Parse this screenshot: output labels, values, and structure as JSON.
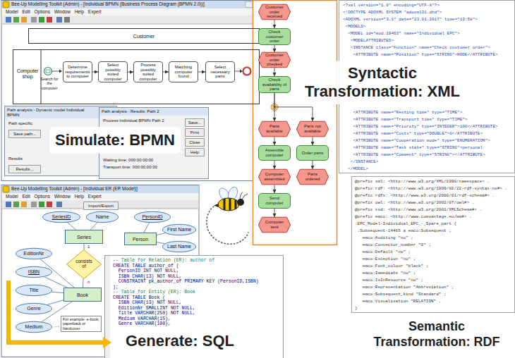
{
  "diagram": {
    "nodes": [
      {
        "text": [
          "Bee-Up Modelling Toolkit (Admin) - [Individual BPMN (Business Process Diagram (BPMN 2.0))]"
        ]
      },
      {
        "text": [
          "Customer"
        ],
        "in": 0
      },
      {
        "text": [
          "Computer shop"
        ],
        "in": 0
      },
      {
        "text": [
          "Determine requirements to computer"
        ],
        "in": 2
      },
      {
        "text": [
          "Select possibly suited computer"
        ],
        "in": 2
      },
      {
        "text": [
          "Process possibly suited computer"
        ],
        "in": 2
      },
      {
        "text": [
          "Matching computer found"
        ],
        "in": 2
      },
      {
        "text": [
          "Select necessary parts"
        ],
        "in": 2
      },
      {
        "text": [
          "Path analysis - Dynamic model Individual BPMN"
        ],
        "in": 0
      },
      {
        "text": [
          "Path analysis - Results: Path 2"
        ],
        "in": 0
      },
      {
        "text": [
          "Simulate: BPMN"
        ]
      },
      {
        "text": [
          "Bee-Up Modelling Toolkit (Admin) - [Individual ER (ER Model)]"
        ]
      },
      {
        "text": [
          "SeriesID"
        ],
        "in": 11
      },
      {
        "text": [
          "Name"
        ],
        "in": 11
      },
      {
        "text": [
          "Series"
        ],
        "in": 11
      },
      {
        "text": [
          "PersonID"
        ],
        "in": 11
      },
      {
        "text": [
          "Person"
        ],
        "in": 11
      },
      {
        "text": [
          "First Name"
        ],
        "in": 11
      },
      {
        "text": [
          "Last Name"
        ],
        "in": 11
      },
      {
        "text": [
          "consists of"
        ],
        "in": 11
      },
      {
        "text": [
          "EditionNr"
        ],
        "in": 11
      },
      {
        "text": [
          "ISBN"
        ],
        "in": 11
      },
      {
        "text": [
          "Book"
        ],
        "in": 11
      },
      {
        "text": [
          "Title"
        ],
        "in": 11
      },
      {
        "text": [
          "Genre"
        ],
        "in": 11
      },
      {
        "text": [
          "Medium"
        ],
        "in": 11
      },
      {
        "text": [
          "Generate: SQL"
        ]
      },
      {
        "text": [
          "Customer order received"
        ]
      },
      {
        "text": [
          "Check customer order"
        ]
      },
      {
        "text": [
          "Customer order checked"
        ]
      },
      {
        "text": [
          "Check availability of parts"
        ]
      },
      {
        "text": [
          "Parts available"
        ]
      },
      {
        "text": [
          "Parts not available"
        ]
      },
      {
        "text": [
          "Assemble computer"
        ]
      },
      {
        "text": [
          "Order parts"
        ]
      },
      {
        "text": [
          "Computer assembled"
        ]
      },
      {
        "text": [
          "Parts ordered"
        ]
      },
      {
        "text": [
          "Send computer"
        ]
      },
      {
        "text": [
          "Computer sent"
        ]
      },
      {
        "text": [
          "Syntactic Transformation: XML"
        ]
      },
      {
        "text": [
          "Semantic Transformation: RDF"
        ]
      }
    ],
    "edges": [
      {
        "from": 3,
        "to": 4,
        "arrow": "to"
      },
      {
        "from": 4,
        "to": 5,
        "arrow": "to"
      },
      {
        "from": 5,
        "to": 6,
        "arrow": "to"
      },
      {
        "from": 6,
        "to": 7,
        "arrow": "to"
      },
      {
        "from": 14,
        "to": 12,
        "arrow": "none"
      },
      {
        "from": 14,
        "to": 13,
        "arrow": "none"
      },
      {
        "from": 14,
        "to": 19,
        "arrow": "none"
      },
      {
        "from": 19,
        "to": 22,
        "arrow": "none"
      },
      {
        "from": 22,
        "to": 20,
        "arrow": "none"
      },
      {
        "from": 22,
        "to": 21,
        "arrow": "none"
      },
      {
        "from": 22,
        "to": 23,
        "arrow": "none"
      },
      {
        "from": 22,
        "to": 24,
        "arrow": "none"
      },
      {
        "from": 22,
        "to": 25,
        "arrow": "none"
      },
      {
        "from": 16,
        "to": 15,
        "arrow": "none"
      },
      {
        "from": 16,
        "to": 17,
        "arrow": "none"
      },
      {
        "from": 16,
        "to": 18,
        "arrow": "none"
      },
      {
        "from": 27,
        "to": 28,
        "arrow": "to"
      },
      {
        "from": 28,
        "to": 29,
        "arrow": "to"
      },
      {
        "from": 29,
        "to": 30,
        "arrow": "to"
      },
      {
        "from": 30,
        "to": 31,
        "arrow": "to"
      },
      {
        "from": 30,
        "to": 32,
        "arrow": "to"
      },
      {
        "from": 31,
        "to": 33,
        "arrow": "to"
      },
      {
        "from": 32,
        "to": 34,
        "arrow": "to"
      },
      {
        "from": 33,
        "to": 35,
        "arrow": "to"
      },
      {
        "from": 34,
        "to": 36,
        "arrow": "to"
      },
      {
        "from": 35,
        "to": 37,
        "arrow": "to"
      },
      {
        "from": 37,
        "to": 38,
        "arrow": "to"
      }
    ],
    "labels": [
      "Model Edit Options Window Help Expert",
      "Search for the computer",
      "Path specific",
      "Save path...",
      "Results",
      "Results...",
      "Process Individual BPMN Path 2",
      "Save...",
      "Print",
      "Close",
      "Help",
      "Waiting time: 000:00:00:00",
      "Transport time: 000:00:00:00",
      "Model Edit Options Window Help Expert",
      "Import/Export",
      "For example: e-book, paperback or hardcover",
      "1",
      "n",
      "-- Table for Relation (ER): author of",
      "CREATE TABLE author_of (",
      "  PersonID INT NOT NULL,",
      "  ISBN CHAR(13) NOT NULL,",
      "  CONSTRAINT pk_author_of PRIMARY KEY (PersonID,ISBN)",
      ");",
      "-- Table for Entity (ER): Book",
      "CREATE TABLE Book (",
      "  ISBN CHAR(13) NOT NULL,",
      "  EditionNr SMALLINT NOT NULL,",
      "  Title VARCHAR(250) NOT NULL,",
      "  Medium VARCHAR(15),",
      "  Genre VARCHAR(100),",
      "<?xml version=\"1.0\" encoding=\"UTF-8\"?>",
      "<!DOCTYPE ADOXML SYSTEM \"adoxml31.dtd\">",
      "<ADOXML version=\"3.1\" date=\"23.01.2017\" time=\"13:58\">",
      " <MODELS>",
      "  <MODEL id=\"mod.19463\" name=\"Individual EPC\">",
      "   <MODELATTRIBUTES>",
      "   <INSTANCE class=\"Function\" name=\"Check customer order\">",
      "    <ATTRIBUTE name=\"Position\" type=\"STRING\">NODE</ATTRIBUTE>",
      "    <ATTRIBUTE name=\"Resting time\" type=\"TIME\">",
      "    <ATTRIBUTE name=\"Transport time\" type=\"TIME\">",
      "    <ATTRIBUTE name=\"Priority\" type=\"INTEGER\">100</ATTRIBUTE>",
      "    <ATTRIBUTE name=\"Costs\" type=\"DOUBLE\">0</ATTRIBUTE>",
      "    <ATTRIBUTE name=\"Cooperation mode\" type=\"ENUMERATION\">",
      "    <ATTRIBUTE name=\"Task state\" type=\"STRING\">personal",
      "    <ATTRIBUTE name=\"Comment\" type=\"STRING\"></ATTRIBUTE>",
      "   </INSTANCE>",
      "  </MODEL>",
      "@prefix xml: <http://www.w3.org/XML/1998/namespace> .",
      "@prefix rdf: <http://www.w3.org/1999/02/22-rdf-syntax-ns#> .",
      "@prefix rdfs: <http://www.w3.org/2000/01/rdf-schema#> .",
      "@prefix owl: <http://www.w3.org/2002/07/owl#> .",
      "@prefix xsd: <http://www.w3.org/2001/XMLSchema#> .",
      "@prefix emco: <http://www.comvantage.eu/mm#> .",
      ":EPC_Model-Individual_EPC_-_Spare_part {",
      " :Subsequent-14465 a emco:Subsequent ;",
      "   emco:Auditing \"no\" ;",
      "   emco:Connector_number \"0\" ;",
      "   emco:Default \"no\" ;",
      "   emco:Exception \"no\" ;",
      "   emco:Font_colour \"black\" ;",
      "   emco:Immediate \"no\" ;",
      "   emco:IsInResource \"no\" ;",
      "   emco:Representation \"Abbreviation\" ;",
      "   emco:Subsequent_kind \"Standard\" ;",
      "   emco:Visualisation \"RELATION\" .",
      "}"
    ]
  }
}
